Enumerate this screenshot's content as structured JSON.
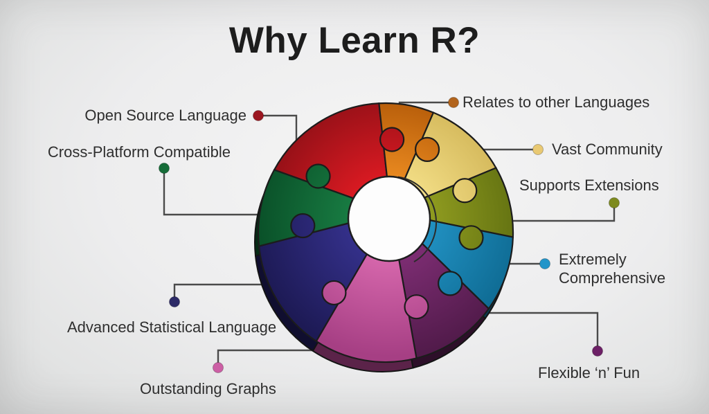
{
  "title": "Why Learn R?",
  "chart_data": {
    "type": "pie",
    "title": "Why Learn R?",
    "subtitle": "",
    "legend_position": "around",
    "description": "Nine equal puzzle-piece segments forming a 3D donut, each segment linked by a connector line and dot to a reason for learning R",
    "background_color": "#ededee",
    "connector_color": "#4a4a4a",
    "items": [
      {
        "key": "open-source",
        "label": "Open Source Language",
        "side": "left",
        "piece_color": "#da1a22",
        "piece_dark": "#8c0f16",
        "dot_color": "#9b1620",
        "start": 299,
        "end": 357
      },
      {
        "key": "relates-languages",
        "label": "Relates to other Languages",
        "side": "right",
        "piece_color": "#ea8a20",
        "piece_dark": "#ab5305",
        "dot_color": "#b2641c",
        "start": 357,
        "end": 382
      },
      {
        "key": "vast-community",
        "label": "Vast Community",
        "side": "right",
        "piece_color": "#f2dd85",
        "piece_dark": "#cfb254",
        "dot_color": "#e9c973",
        "start": 22,
        "end": 60
      },
      {
        "key": "supports-extensions",
        "label": "Supports Extensions",
        "side": "right",
        "piece_color": "#909c20",
        "piece_dark": "#5f6e10",
        "dot_color": "#7d8a1f",
        "start": 60,
        "end": 92
      },
      {
        "key": "extremely-comprehensive",
        "label": "Extremely Comprehensive",
        "side": "right",
        "piece_color": "#2191c2",
        "piece_dark": "#0e6a92",
        "dot_color": "#2395c9",
        "start": 92,
        "end": 126
      },
      {
        "key": "flexible-fun",
        "label": "Flexible ‘n’ Fun",
        "side": "right",
        "piece_color": "#7d2d73",
        "piece_dark": "#521b4b",
        "dot_color": "#6d2066",
        "start": 126,
        "end": 166
      },
      {
        "key": "outstanding-graphs",
        "label": "Outstanding Graphs",
        "side": "left",
        "piece_color": "#d667ac",
        "piece_dark": "#a63f84",
        "dot_color": "#cc5fa5",
        "start": 166,
        "end": 213
      },
      {
        "key": "advanced-statistical",
        "label": "Advanced Statistical Language",
        "side": "left",
        "piece_color": "#34308a",
        "piece_dark": "#1d1a55",
        "dot_color": "#2c2a67",
        "start": 213,
        "end": 264
      },
      {
        "key": "cross-platform",
        "label": "Cross-Platform Compatible",
        "side": "left",
        "piece_color": "#187b42",
        "piece_dark": "#094e27",
        "dot_color": "#156c38",
        "start": 264,
        "end": 299
      }
    ]
  }
}
